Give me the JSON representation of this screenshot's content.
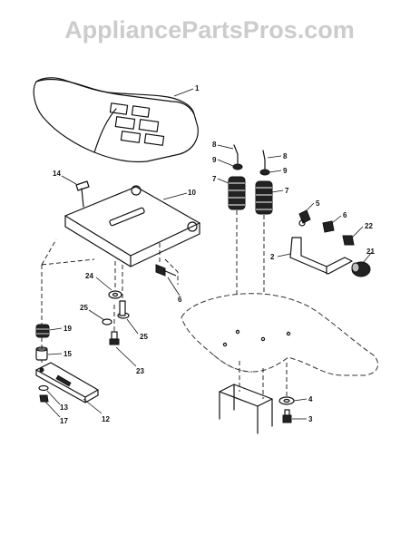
{
  "watermark": "AppliancePartsPros.com",
  "callouts": [
    {
      "id": "c1",
      "label": "1"
    },
    {
      "id": "c10",
      "label": "10"
    },
    {
      "id": "c14",
      "label": "14"
    },
    {
      "id": "c8a",
      "label": "8"
    },
    {
      "id": "c8b",
      "label": "8"
    },
    {
      "id": "c9a",
      "label": "9"
    },
    {
      "id": "c9b",
      "label": "9"
    },
    {
      "id": "c7a",
      "label": "7"
    },
    {
      "id": "c7b",
      "label": "7"
    },
    {
      "id": "c5",
      "label": "5"
    },
    {
      "id": "c6a",
      "label": "6"
    },
    {
      "id": "c22",
      "label": "22"
    },
    {
      "id": "c2",
      "label": "2"
    },
    {
      "id": "c21",
      "label": "21"
    },
    {
      "id": "c24",
      "label": "24"
    },
    {
      "id": "c6b",
      "label": "6"
    },
    {
      "id": "c25a",
      "label": "25"
    },
    {
      "id": "c25b",
      "label": "25"
    },
    {
      "id": "c23",
      "label": "23"
    },
    {
      "id": "c19",
      "label": "19"
    },
    {
      "id": "c15",
      "label": "15"
    },
    {
      "id": "c13",
      "label": "13"
    },
    {
      "id": "c17",
      "label": "17"
    },
    {
      "id": "c12",
      "label": "12"
    },
    {
      "id": "c4",
      "label": "4"
    },
    {
      "id": "c3",
      "label": "3"
    }
  ]
}
